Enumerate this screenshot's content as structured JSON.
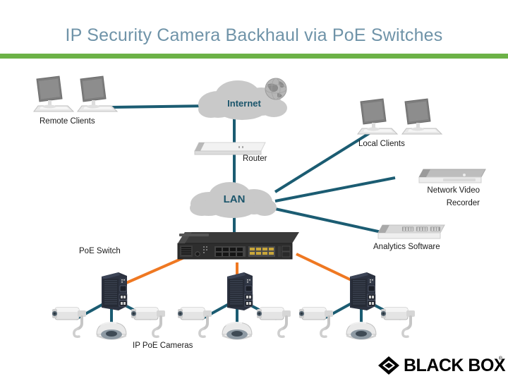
{
  "slide": {
    "title": "IP Security Camera Backhaul via PoE Switches",
    "accent_green": "#6cb247",
    "title_color": "#6f93a8",
    "link_teal": "#1b5c72",
    "link_orange": "#ef7822",
    "cloud_gray": "#c9c9c9",
    "cloud_text_color": "#1b556b",
    "background": "#ffffff"
  },
  "nodes": {
    "remote_clients": {
      "label": "Remote Clients",
      "icon": "laptop-icon",
      "count": 2
    },
    "internet": {
      "label": "Internet",
      "icon": "cloud-icon",
      "decoration": "globe-icon"
    },
    "router": {
      "label": "Router",
      "icon": "router-icon"
    },
    "lan": {
      "label": "LAN",
      "icon": "cloud-icon"
    },
    "local_clients": {
      "label": "Local Clients",
      "icon": "desktop-icon",
      "count": 2
    },
    "nvr": {
      "label_line1": "Network Video",
      "label_line2": "Recorder",
      "icon": "nvr-icon"
    },
    "analytics": {
      "label": "Analytics Software",
      "icon": "server-icon"
    },
    "poe_switch": {
      "label": "PoE Switch",
      "icon": "rack-switch-icon"
    },
    "ip_cameras": {
      "label": "IP PoE Cameras",
      "icon": "camera-icon"
    }
  },
  "camera_groups": [
    {
      "switch_icon": "industrial-poe-switch-icon",
      "cameras": [
        "bullet-camera-icon",
        "dome-camera-icon",
        "bullet-camera-icon"
      ]
    },
    {
      "switch_icon": "industrial-poe-switch-icon",
      "cameras": [
        "bullet-camera-icon",
        "dome-camera-icon",
        "bullet-camera-icon"
      ]
    },
    {
      "switch_icon": "industrial-poe-switch-icon",
      "cameras": [
        "bullet-camera-icon",
        "dome-camera-icon",
        "bullet-camera-icon"
      ]
    }
  ],
  "logo": {
    "text": "BLACK BOX",
    "trademark": "®",
    "mark": "diamond-logo-icon"
  }
}
